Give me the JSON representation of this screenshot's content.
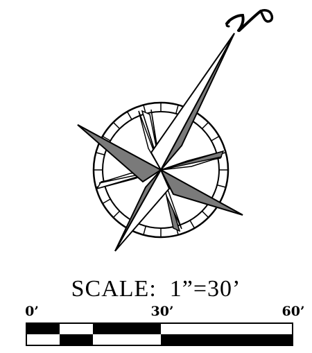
{
  "compass": {
    "north_label": "N"
  },
  "scale": {
    "title": "SCALE:  1”=30’",
    "ticks": [
      {
        "label": "0’",
        "value": 0
      },
      {
        "label": "30’",
        "value": 30
      },
      {
        "label": "60’",
        "value": 60
      }
    ],
    "unit_feet_per_inch": 30,
    "max_feet": 60
  },
  "colors": {
    "ink": "#000000",
    "gray_fill": "#7a7a7a",
    "background": "#ffffff"
  }
}
